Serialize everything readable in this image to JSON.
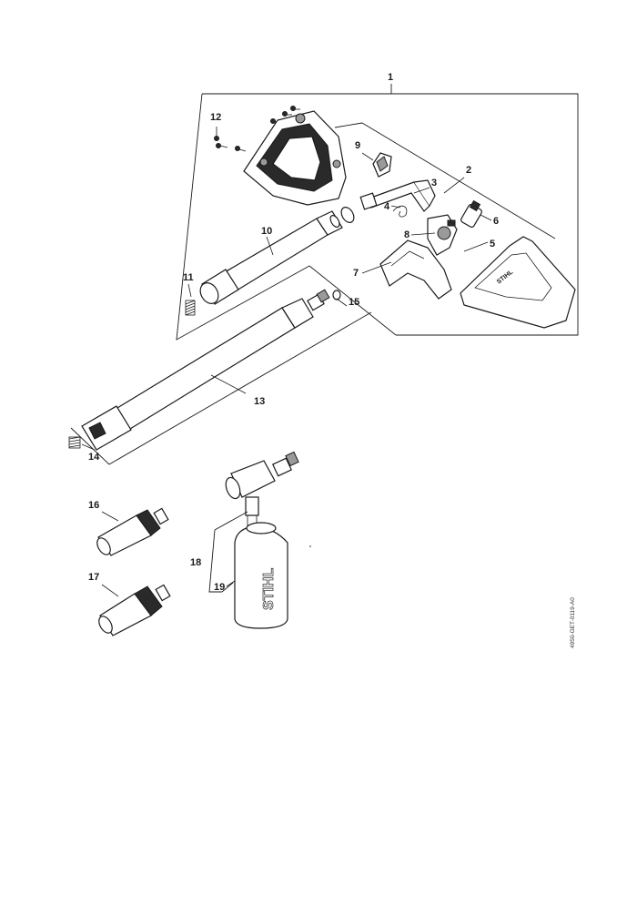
{
  "diagram": {
    "drawing_code": "4950-GET-0119-A0",
    "callouts": [
      {
        "id": "1",
        "label": "1"
      },
      {
        "id": "2",
        "label": "2"
      },
      {
        "id": "3",
        "label": "3"
      },
      {
        "id": "4",
        "label": "4"
      },
      {
        "id": "5",
        "label": "5"
      },
      {
        "id": "6",
        "label": "6"
      },
      {
        "id": "7",
        "label": "7"
      },
      {
        "id": "8",
        "label": "8"
      },
      {
        "id": "9",
        "label": "9"
      },
      {
        "id": "10",
        "label": "10"
      },
      {
        "id": "11",
        "label": "11"
      },
      {
        "id": "12",
        "label": "12"
      },
      {
        "id": "13",
        "label": "13"
      },
      {
        "id": "14",
        "label": "14"
      },
      {
        "id": "15",
        "label": "15"
      },
      {
        "id": "16",
        "label": "16"
      },
      {
        "id": "17",
        "label": "17"
      },
      {
        "id": "18",
        "label": "18"
      },
      {
        "id": "19",
        "label": "19"
      }
    ],
    "bottle_brand": "STIHL",
    "trigger_brand": "STIHL"
  }
}
